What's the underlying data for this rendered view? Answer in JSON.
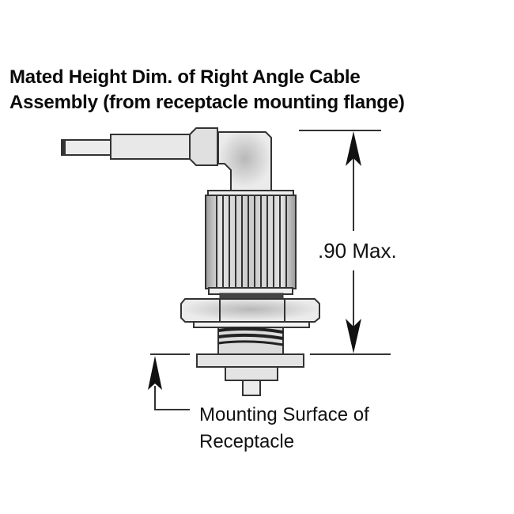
{
  "title": {
    "line1": "Mated Height Dim. of Right Angle Cable",
    "line2": "Assembly (from receptacle mounting flange)"
  },
  "dimension": {
    "label": ".90 Max."
  },
  "note": {
    "line1": "Mounting Surface of",
    "line2": "Receptacle"
  },
  "colors": {
    "outline": "#2a2a2a",
    "fill_light": "#e6e6e6",
    "fill_mid": "#cfcfcf",
    "text": "#111111"
  }
}
